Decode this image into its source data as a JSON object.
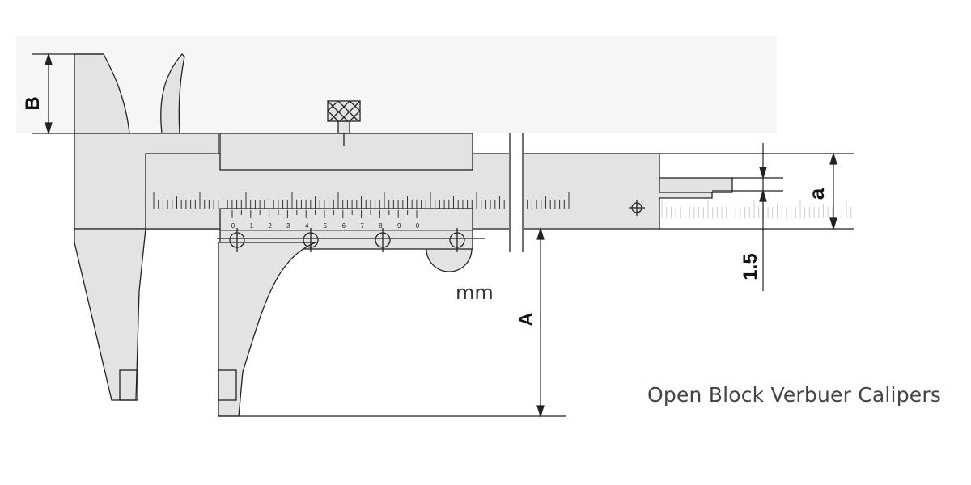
{
  "diagram": {
    "title": "Open Block Verbuer Calipers",
    "unit_label": "mm",
    "dimensions": {
      "A": "A",
      "B": "B",
      "a": "a",
      "offset": "1.5"
    },
    "vernier_labels": [
      "0",
      "1",
      "2",
      "3",
      "4",
      "5",
      "6",
      "7",
      "8",
      "9",
      "0"
    ],
    "colors": {
      "body": "#e3e3e3",
      "line": "#222222",
      "text": "#444444"
    }
  }
}
